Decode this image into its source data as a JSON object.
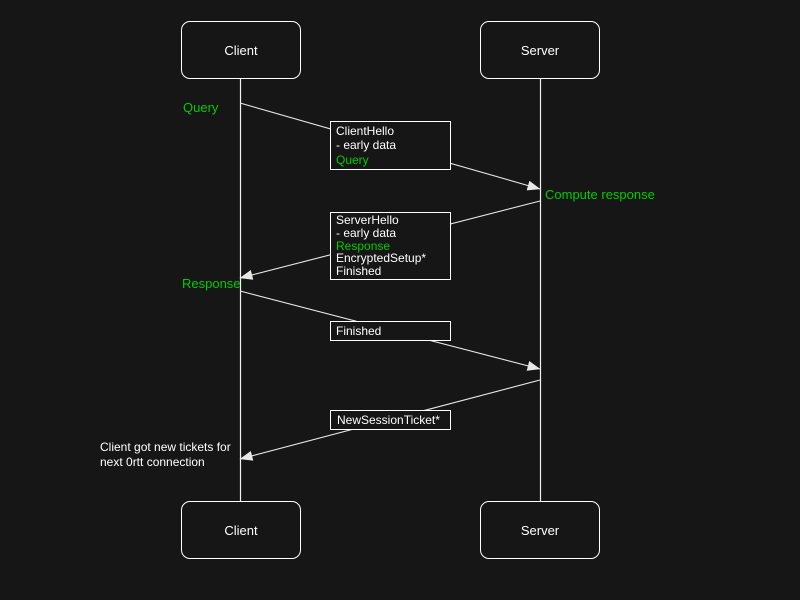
{
  "colors": {
    "background": "#161616",
    "line": "#e8e8e8",
    "text": "#ffffff",
    "green": "#00cc00"
  },
  "actors": {
    "top_left": "Client",
    "top_right": "Server",
    "bottom_left": "Client",
    "bottom_right": "Server"
  },
  "labels": {
    "query": "Query",
    "compute_response": "Compute response",
    "response": "Response"
  },
  "messages": {
    "client_hello": {
      "l1": "ClientHello",
      "l2": "- early data",
      "l3": "Query"
    },
    "server_hello": {
      "l1": "ServerHello",
      "l2": "- early data",
      "l3": "Response",
      "l4": "EncryptedSetup*",
      "l5": "Finished"
    },
    "finished": {
      "l1": "Finished"
    },
    "new_session_ticket": {
      "l1": "NewSessionTicket*"
    }
  },
  "note": {
    "l1": "Client got new tickets for",
    "l2": "next 0rtt connection"
  }
}
